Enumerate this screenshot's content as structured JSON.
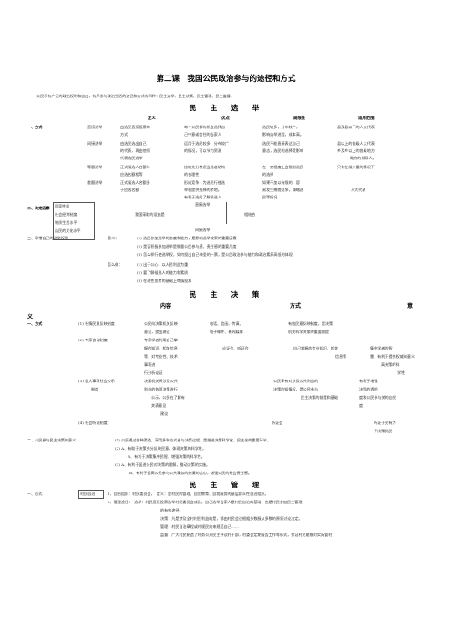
{
  "doc": {
    "title": "第二课　我国公民政治参与的途径和方式",
    "intro": "公民享有广泛的政治权利和自由，有序参与政治生活的途径和方式有四种：民主选举、民主决策、民主管理、民主监督。"
  },
  "election": {
    "heading": "民　主　选　举",
    "col_headers": [
      "定义",
      "优点",
      "局限性",
      "适用范围"
    ],
    "label_methods": "一、方式",
    "rows": [
      {
        "name": "直接选举",
        "def": [
          "由选民直接投票的",
          "方式"
        ],
        "adv": [
          "每个公民都有机会选择自",
          "己中意或信任的当家人"
        ],
        "lim": [
          "选民较多，分布较广，",
          "影响选举进程，成本高。"
        ],
        "scope": [
          "县及县以下的人大代表"
        ]
      },
      {
        "name": "间接选举",
        "def": [
          "由选民选出自己",
          "的代表，再由他们",
          "代表选民选举"
        ],
        "adv": [
          "运用于选民较多，分布较广",
          "的情况，可以节约资源"
        ],
        "lim": [
          "选民不能直接表达自己",
          "意志，选民的选择受影响"
        ],
        "scope": [
          "县以上的各级人大代表",
          "乡及乡以上的各级地方",
          "政府的领导人。"
        ]
      },
      {
        "name": "等额选举",
        "def": [
          "正式候选人名额与",
          "应选名额相等"
        ],
        "adv": [
          "比较充分考虑当选者结构",
          "的合理性"
        ],
        "lim": [
          "在一定程度上会限制选民",
          "的选择"
        ],
        "scope": [
          "只有在候少量的情况下"
        ]
      },
      {
        "name": "差额选举",
        "def": [
          "正式候选人名额多",
          "于应选名额"
        ],
        "adv": [
          "形成竞争，为选民行使选",
          "举权提供选择的余地。",
          "有利于选民了解候选人"
        ],
        "lim": [
          "如果不加以有限的，容",
          "易发生贿赂竞争，嗨略选",
          "民等情况"
        ],
        "scope": [
          "人大代表"
        ]
      }
    ],
    "factors_label": "二、决定因素",
    "factors": [
      "国家性质",
      "社会经济制度",
      "物质生活水平",
      "选民的文化水平"
    ],
    "factors_mid": "我国采取的设施是",
    "factors_direct": "直接选举",
    "factors_combine": "相结合",
    "factors_indirect": "间接选举",
    "rights_label": "三、珍惜自己的选举权利",
    "rights_mean": "意义：",
    "rights_points": [
      "(1) 选民参加选举的态度和能力，是影响选举效果的重要因素",
      "(2) 是否积极参加选举是衡量公民参与感、责任感的重要尺度",
      "(3) 怎么样行使选举权，如何投出自己神圣的一票，是公民政治参与能力和政治素养高低的体现"
    ],
    "rights_how": "怎么做：",
    "rights_how_points": [
      "(1) 出于公心，以人民利益为重",
      "(2) 要了解候选人的能力和素质",
      "(3) 在理性思考的基础上审慎投票"
    ]
  },
  "decision": {
    "heading": "民　主　决　策",
    "col_content": "内容",
    "col_method": "方式",
    "col_meaning": "意",
    "col_meaning2": "义",
    "label_methods": "一、方式",
    "rows": [
      {
        "name": "(1) 社情民意反映制度",
        "content": [
          "公民向决策机关反映",
          "意见，提出建议"
        ],
        "method": [
          "电话、信函、传真、",
          "电子邮件、新闻媒体"
        ],
        "meaning": [
          "有效民意反映制度，是决策",
          "机关科学决策的重要前提"
        ]
      },
      {
        "name": "(2) 专家咨询制度",
        "content": [
          "专家学者利用自己掌",
          "握的知识、相关信息",
          "等，对专业性、技术",
          "事项进",
          "行分析论证"
        ],
        "method": [
          "论证会、听证会"
        ],
        "meaning": [
          "自己掌握的专业知识、相关",
          "信息等"
        ],
        "extra": [
          "集中学者的智",
          "慧，有利于提供权威的意义",
          "高决策的科",
          "学性"
        ]
      },
      {
        "name": "(3) 重大事项社会公示",
        "name2": "制度",
        "content": [
          "决策机关将涉及公共",
          "利益的各项决策进行",
          "公示，公民在了解有",
          "关表意见",
          "建议"
        ],
        "method": [],
        "meaning": [
          "公民享有对涉及公共利益的",
          "决策的知情权，是公民参与",
          "民主决策的前提和基础"
        ],
        "extra": [
          "有利于增强",
          "决策的透明",
          "度和公民参与关的自觉",
          "度"
        ]
      },
      {
        "name": "(4) 社会听证制度",
        "content": [],
        "method": [
          "听证会"
        ],
        "meaning": [],
        "extra": [
          "听证于民有力",
          "了决策机民"
        ]
      }
    ],
    "significance_label": "二、公民参与民主决策的意义",
    "significance": [
      "(1) 公民通过各种渠道，采用多种方式参与决策过程，是推进决策科学化、民主化的重要环节。",
      "(2) A、有助于决策充分反映民意，体现决策的科学性。",
      "B、有利于决策集中民智，增强决策的科学性。",
      "(3) A、有利于促进公民对决策的理解，推动决策的实施。",
      "B、有利于提高公民参与公共事务的热情的信心，增强公民的社会责任感。"
    ]
  },
  "management": {
    "heading": "民　主　管　理",
    "label_methods": "一、形式",
    "village": "村民自治",
    "points": [
      "1、自治组织：村民委员会，　定义：是村民的管理、自我教育、自我服务的基层群众性自治组织。",
      "2、管理途径：　选举：村民直接投票选举村民委员会成员，自己选举当家人是村民自治的基础，也是村民参加民主管理",
      "的有效途径。",
      "决策：凡是涉及全村村民利益的是，都由村民会议根据多数服从多数的原则讨论决定。",
      "管理：村民自治章程或村规民约来规范自己……",
      "监督：广大村民制造了村务公开民主评议村干部，村委会定期报告工作等形式，保证村民能够对实际管村"
    ]
  }
}
